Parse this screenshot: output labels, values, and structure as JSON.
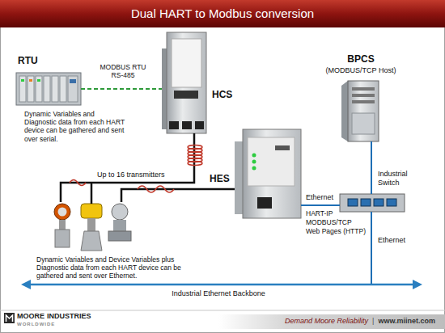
{
  "diagram": {
    "title": "Dual HART to Modbus conversion",
    "nodes": [
      {
        "text": [
          "RTU"
        ]
      },
      {
        "text": [
          "HCS"
        ]
      },
      {
        "text": [
          "BPCS",
          "(MODBUS/TCP Host)"
        ]
      },
      {
        "text": [
          "HES"
        ]
      },
      {
        "text": [
          "Industrial Switch"
        ]
      },
      {
        "text": [
          "Up to 16 transmitters"
        ]
      }
    ],
    "edges": [
      {
        "from": 0,
        "to": 1,
        "label": "MODBUS RTU RS-485",
        "arrow": "none"
      },
      {
        "from": 1,
        "to": 5,
        "arrow": "none"
      },
      {
        "from": 3,
        "to": 5,
        "arrow": "none"
      },
      {
        "from": 3,
        "to": 4,
        "label": "Ethernet",
        "arrow": "none"
      },
      {
        "from": 4,
        "to": 2,
        "arrow": "none"
      }
    ],
    "labels": [
      "Dynamic Variables and Diagnostic data from each HART device can be gathered and sent over serial.",
      "Ethernet",
      "HART-IP",
      "MODBUS/TCP",
      "Web Pages (HTTP)",
      "Dynamic Variables and Device Variables plus Diagnostic data from each HART device can be gathered and sent over Ethernet.",
      "Industrial Ethernet Backbone",
      "MOORE",
      "INDUSTRIES",
      "WORLDWIDE",
      "Demand Moore Reliability",
      "|",
      "www.miinet.com"
    ]
  }
}
